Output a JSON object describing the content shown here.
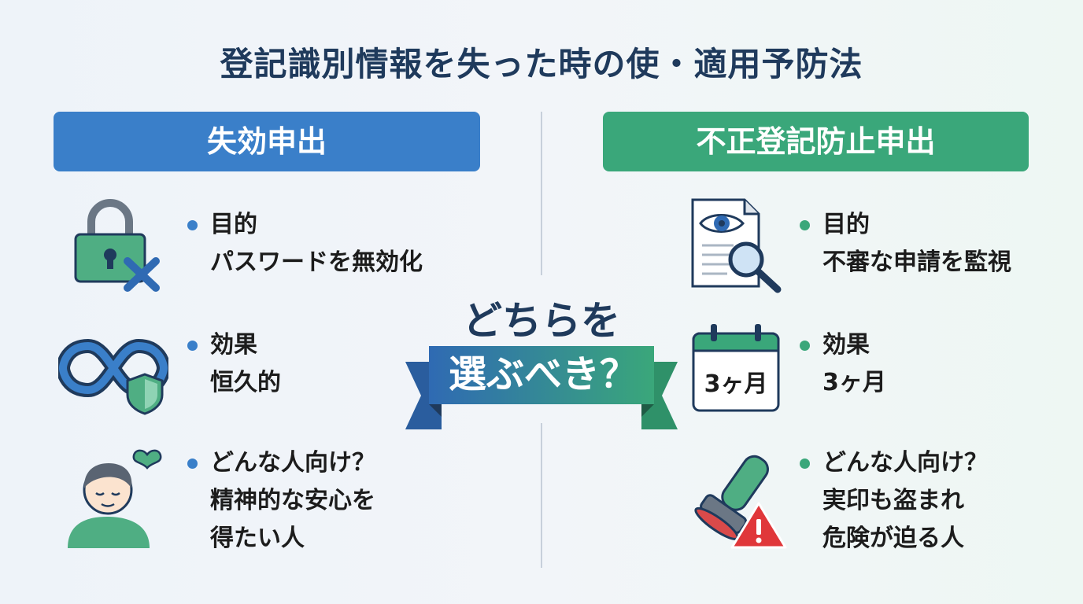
{
  "title": "登記識別情報を失った時の使・適用予防法",
  "left": {
    "header": "失効申出",
    "items": [
      {
        "label": "目的",
        "lines": [
          "パスワードを無効化"
        ]
      },
      {
        "label": "効果",
        "lines": [
          "恒久的"
        ]
      },
      {
        "label": "どんな人向け？",
        "lines": [
          "精神的な安心を",
          "得たい人"
        ]
      }
    ],
    "icons": [
      "lock-cross-icon",
      "infinity-shield-icon",
      "person-heart-icon"
    ]
  },
  "right": {
    "header": "不正登記防止申出",
    "items": [
      {
        "label": "目的",
        "lines": [
          "不審な申請を監視"
        ]
      },
      {
        "label": "効果",
        "lines": [
          "3ヶ月"
        ]
      },
      {
        "label": "どんな人向け？",
        "lines": [
          "実印も盗まれ",
          "危険が迫る人"
        ]
      }
    ],
    "icons": [
      "document-eye-magnifier-icon",
      "calendar-icon",
      "stamp-warning-icon"
    ],
    "calendar_text": "3ヶ月"
  },
  "center": {
    "question_top": "どちらを",
    "question_bottom": "選ぶべき？"
  },
  "colors": {
    "blue": "#3a7fc9",
    "green": "#3aa77a",
    "navy": "#1f3a5c",
    "warning": "#e0373a"
  }
}
